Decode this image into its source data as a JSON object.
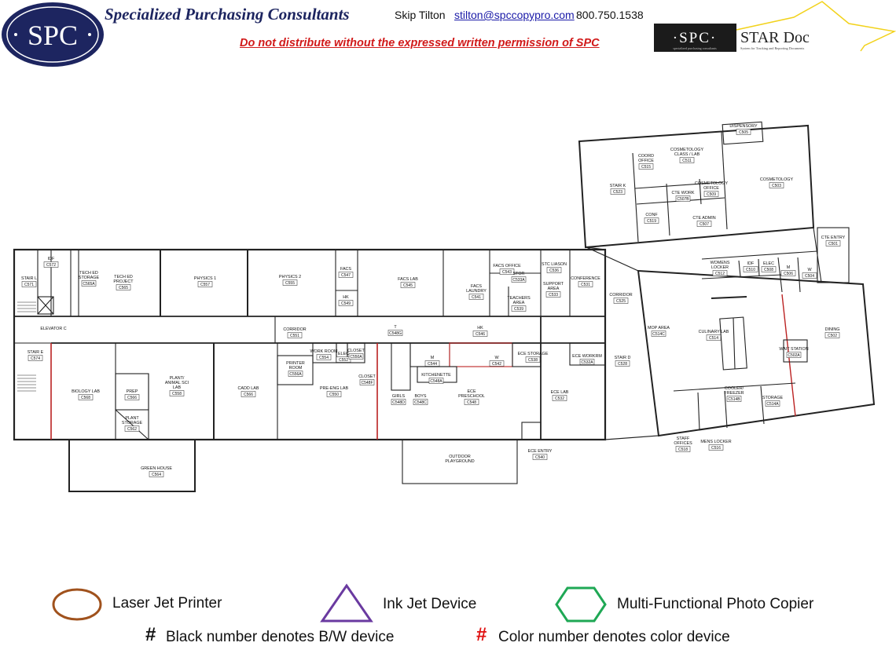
{
  "header": {
    "logo_text": "SPC",
    "company": "Specialized Purchasing Consultants",
    "contact_name": "Skip Tilton",
    "contact_email": "stilton@spccopypro.com",
    "contact_phone": "800.750.1538",
    "warning": "Do not distribute without the expressed written permission of SPC",
    "star_doc": {
      "spc": "·SPC·",
      "title": "STAR Doc",
      "spc_sub": "specialized purchasing consultants",
      "tagline": "System for Tracking and Reporting Documents"
    }
  },
  "colors": {
    "navy": "#1d2560",
    "warning_red": "#d11a1a",
    "laser": "#a0521d",
    "inkjet": "#6a3aa0",
    "mfp": "#1fa855",
    "star": "#f2d21b"
  },
  "rooms": [
    {
      "lines": [
        "STAIR L"
      ],
      "code": "C571"
    },
    {
      "lines": [
        "IDF"
      ],
      "code": "C572"
    },
    {
      "lines": [
        "TECH ED",
        "STORAGE"
      ],
      "code": "C565A"
    },
    {
      "lines": [
        "TECH ED",
        "PROJECT"
      ],
      "code": "C565"
    },
    {
      "lines": [
        "PHYSICS 1"
      ],
      "code": "C557"
    },
    {
      "lines": [
        "PHYSICS 2"
      ],
      "code": "C555"
    },
    {
      "lines": [
        "FACS"
      ],
      "code": "C547"
    },
    {
      "lines": [
        "HK"
      ],
      "code": "C549"
    },
    {
      "lines": [
        "FACS LAB"
      ],
      "code": "C545"
    },
    {
      "lines": [
        "FACS",
        "LAUNDRY"
      ],
      "code": "C541"
    },
    {
      "lines": [
        "FACS OFFICE"
      ],
      "code": "C543"
    },
    {
      "lines": [
        "STOR"
      ],
      "code": "C533A"
    },
    {
      "lines": [
        "TEACHERS",
        "AREA"
      ],
      "code": "C539"
    },
    {
      "lines": [
        "STC LIASON"
      ],
      "code": "C536"
    },
    {
      "lines": [
        "SUPPORT",
        "AREA"
      ],
      "code": "C533"
    },
    {
      "lines": [
        "CONFERENCE"
      ],
      "code": "C531"
    },
    {
      "lines": [
        "ELEVATOR C"
      ],
      "code": ""
    },
    {
      "lines": [
        "CORRIDOR"
      ],
      "code": "C551"
    },
    {
      "lines": [
        "T"
      ],
      "code": "C548G"
    },
    {
      "lines": [
        "HK"
      ],
      "code": "C546"
    },
    {
      "lines": [
        "STAIR E"
      ],
      "code": "C574"
    },
    {
      "lines": [
        "WORK ROOM"
      ],
      "code": "C554"
    },
    {
      "lines": [
        "ELEC"
      ],
      "code": "C552"
    },
    {
      "lines": [
        "CLOSET"
      ],
      "code": "C550A"
    },
    {
      "lines": [
        "PRINTER",
        "ROOM"
      ],
      "code": "C556A"
    },
    {
      "lines": [
        "M"
      ],
      "code": "C544"
    },
    {
      "lines": [
        "W"
      ],
      "code": "C542"
    },
    {
      "lines": [
        "ECE STORAGE"
      ],
      "code": "C538"
    },
    {
      "lines": [
        "ECE WORKRM"
      ],
      "code": "C532A"
    },
    {
      "lines": [
        "STAIR D"
      ],
      "code": "C528"
    },
    {
      "lines": [
        "KITCHENETTE"
      ],
      "code": "C548A"
    },
    {
      "lines": [
        "CLOSET"
      ],
      "code": "C548F"
    },
    {
      "lines": [
        "BIOLOGY LAB"
      ],
      "code": "C568"
    },
    {
      "lines": [
        "PREP"
      ],
      "code": "C566"
    },
    {
      "lines": [
        "PLANT/",
        "ANIMAL SCI",
        "LAB"
      ],
      "code": "C558"
    },
    {
      "lines": [
        "CADD LAB"
      ],
      "code": "C566"
    },
    {
      "lines": [
        "PRE-ENG LAB"
      ],
      "code": "C550"
    },
    {
      "lines": [
        "GIRLS"
      ],
      "code": "C548D"
    },
    {
      "lines": [
        "BOYS"
      ],
      "code": "C548C"
    },
    {
      "lines": [
        "ECE",
        "PRESCHOOL"
      ],
      "code": "C548"
    },
    {
      "lines": [
        "ECE LAB"
      ],
      "code": "C532"
    },
    {
      "lines": [
        "PLANT",
        "STORAGE"
      ],
      "code": "C562"
    },
    {
      "lines": [
        "ECE ENTRY"
      ],
      "code": "C540"
    },
    {
      "lines": [
        "OUTDOOR",
        "PLAYGROUND"
      ],
      "code": ""
    },
    {
      "lines": [
        "GREEN HOUSE"
      ],
      "code": "C564"
    },
    {
      "lines": [
        "DISPENSORY"
      ],
      "code": "C505"
    },
    {
      "lines": [
        "COSMETOLOGY",
        "CLASS / LAB"
      ],
      "code": "C511"
    },
    {
      "lines": [
        "COORD",
        "OFFICE"
      ],
      "code": "C515"
    },
    {
      "lines": [
        "STAIR K"
      ],
      "code": "C523"
    },
    {
      "lines": [
        "COSMETOLOGY"
      ],
      "code": "C503"
    },
    {
      "lines": [
        "COSMETOLOGY",
        "OFFICE"
      ],
      "code": "C509"
    },
    {
      "lines": [
        "CTE WORK"
      ],
      "code": "C507B"
    },
    {
      "lines": [
        "CONF"
      ],
      "code": "C519"
    },
    {
      "lines": [
        "CTE ADMIN"
      ],
      "code": "C507"
    },
    {
      "lines": [
        "CTE ENTRY"
      ],
      "code": "C501"
    },
    {
      "lines": [
        "WOMENS",
        "LOCKER"
      ],
      "code": "C512"
    },
    {
      "lines": [
        "IDF"
      ],
      "code": "C510"
    },
    {
      "lines": [
        "ELEC"
      ],
      "code": "C508"
    },
    {
      "lines": [
        "M"
      ],
      "code": "C506"
    },
    {
      "lines": [
        "W"
      ],
      "code": "C504"
    },
    {
      "lines": [
        "CORRIDOR"
      ],
      "code": "C525"
    },
    {
      "lines": [
        "MOP AREA"
      ],
      "code": "C514C"
    },
    {
      "lines": [
        "CULINARY LAB"
      ],
      "code": "C514"
    },
    {
      "lines": [
        "DINING"
      ],
      "code": "C502"
    },
    {
      "lines": [
        "WAIT STATION"
      ],
      "code": "C502A"
    },
    {
      "lines": [
        "COOLER/",
        "FREEZER"
      ],
      "code": "C514B"
    },
    {
      "lines": [
        "STORAGE"
      ],
      "code": "C514A"
    },
    {
      "lines": [
        "STAFF",
        "OFFICES"
      ],
      "code": "C518"
    },
    {
      "lines": [
        "MENS LOCKER"
      ],
      "code": "C516"
    }
  ],
  "legend": {
    "items": [
      {
        "icon": "laser-jet-circle-icon",
        "label": "Laser Jet Printer"
      },
      {
        "icon": "ink-jet-triangle-icon",
        "label": "Ink Jet Device"
      },
      {
        "icon": "mfp-hexagon-icon",
        "label": "Multi-Functional Photo Copier"
      }
    ],
    "notes": [
      {
        "symbol": "#",
        "label": "Black number denotes B/W device"
      },
      {
        "symbol": "#",
        "label": "Color number denotes color device"
      }
    ]
  }
}
